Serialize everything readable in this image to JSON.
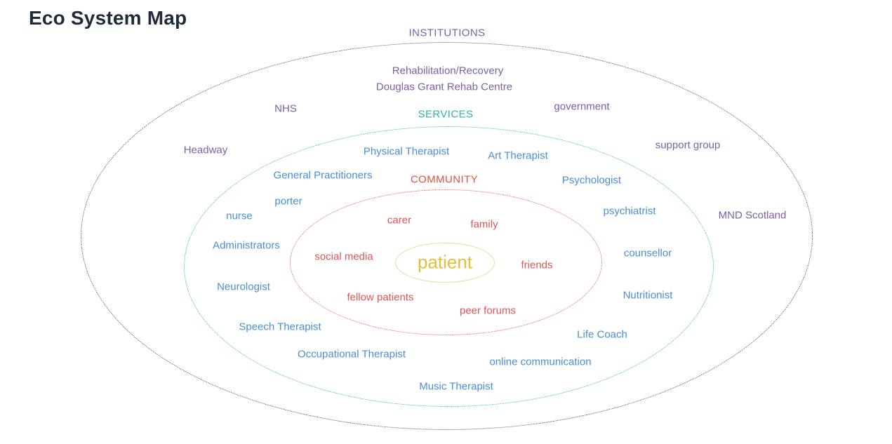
{
  "title": "Eco System Map",
  "rings": {
    "institutions": {
      "label": "INSTITUTIONS"
    },
    "services": {
      "label": "SERVICES"
    },
    "community": {
      "label": "COMMUNITY"
    }
  },
  "center": {
    "label": "patient"
  },
  "colors": {
    "title": "#1e2b3a",
    "institutions": "#7d5fa6",
    "services_ring": "#2fb3a8",
    "services_nodes": "#4a8ed6",
    "community": "#e05555",
    "patient": "#e6be3c",
    "outer_ring_border": "#4a5568"
  },
  "institution_nodes": [
    "Rehabilitation/Recovery",
    "Douglas Grant Rehab Centre",
    "NHS",
    "government",
    "Headway",
    "support group",
    "MND Scotland"
  ],
  "service_nodes": [
    "Physical Therapist",
    "Art Therapist",
    "General Practitioners",
    "Psychologist",
    "porter",
    "psychiatrist",
    "nurse",
    "Administrators",
    "counsellor",
    "Neurologist",
    "Nutritionist",
    "Speech Therapist",
    "Life Coach",
    "Occupational Therapist",
    "online communication",
    "Music Therapist"
  ],
  "community_nodes": [
    "carer",
    "family",
    "social media",
    "friends",
    "fellow patients",
    "peer forums"
  ]
}
